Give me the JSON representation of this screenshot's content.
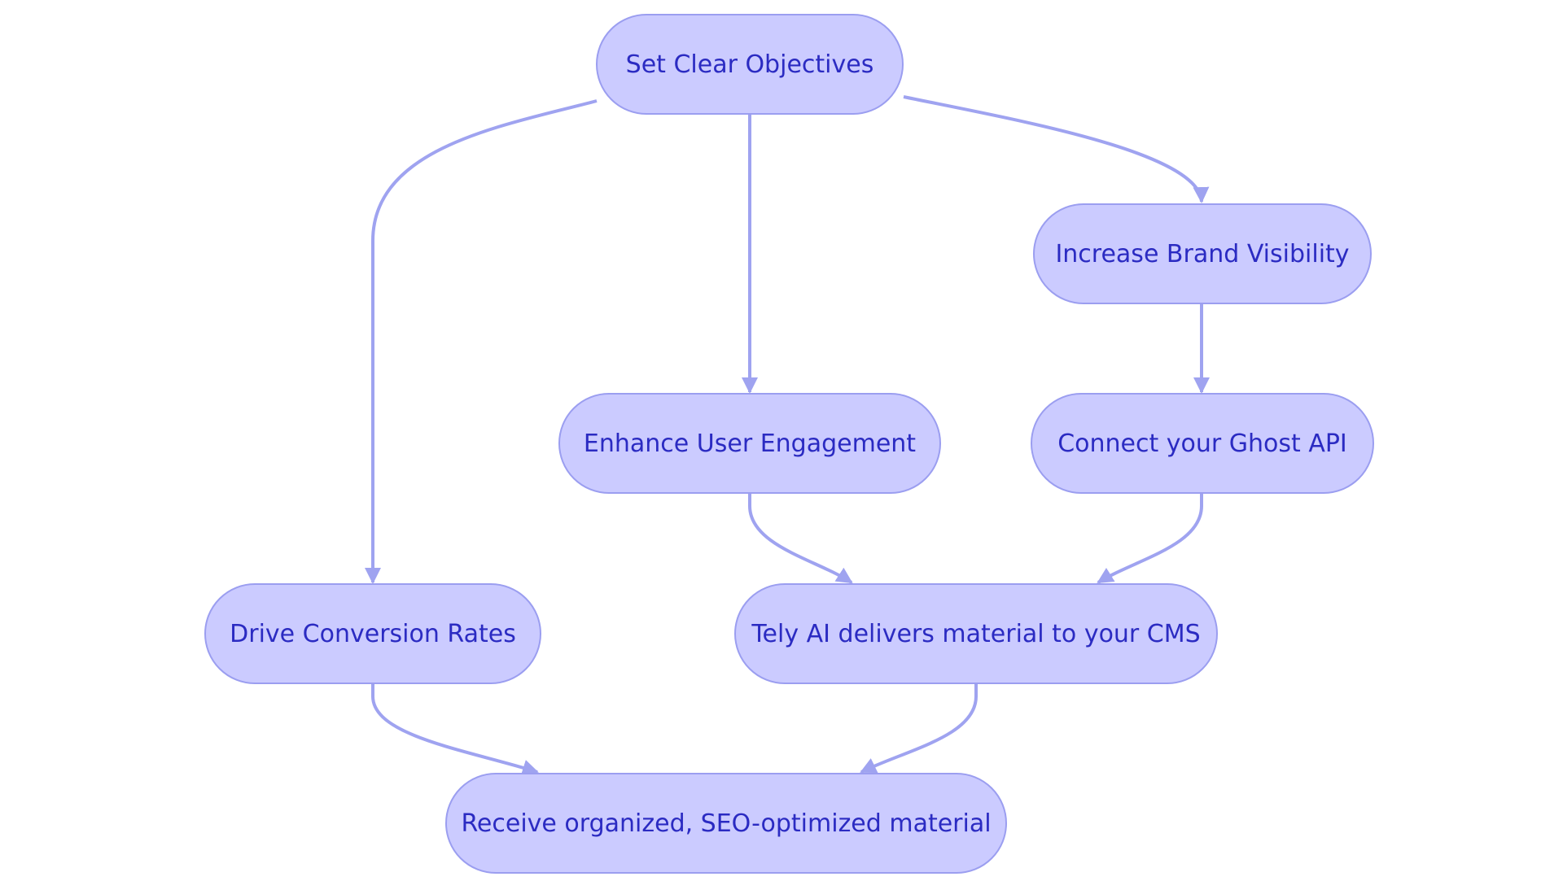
{
  "diagram": {
    "nodes": {
      "objectives": "Set Clear Objectives",
      "brand": "Increase Brand Visibility",
      "engagement": "Enhance User Engagement",
      "ghost": "Connect your Ghost API",
      "conversion": "Drive Conversion Rates",
      "tely": "Tely AI delivers material to your CMS",
      "receive": "Receive organized, SEO-optimized material"
    },
    "edges": [
      {
        "from": "objectives",
        "to": "conversion"
      },
      {
        "from": "objectives",
        "to": "engagement"
      },
      {
        "from": "objectives",
        "to": "brand"
      },
      {
        "from": "brand",
        "to": "ghost"
      },
      {
        "from": "engagement",
        "to": "tely"
      },
      {
        "from": "ghost",
        "to": "tely"
      },
      {
        "from": "conversion",
        "to": "receive"
      },
      {
        "from": "tely",
        "to": "receive"
      }
    ],
    "colors": {
      "node_fill": "#cbcbff",
      "node_border": "#9b9ef0",
      "node_text": "#2b2bc2",
      "edge": "#9fa3f0"
    }
  }
}
